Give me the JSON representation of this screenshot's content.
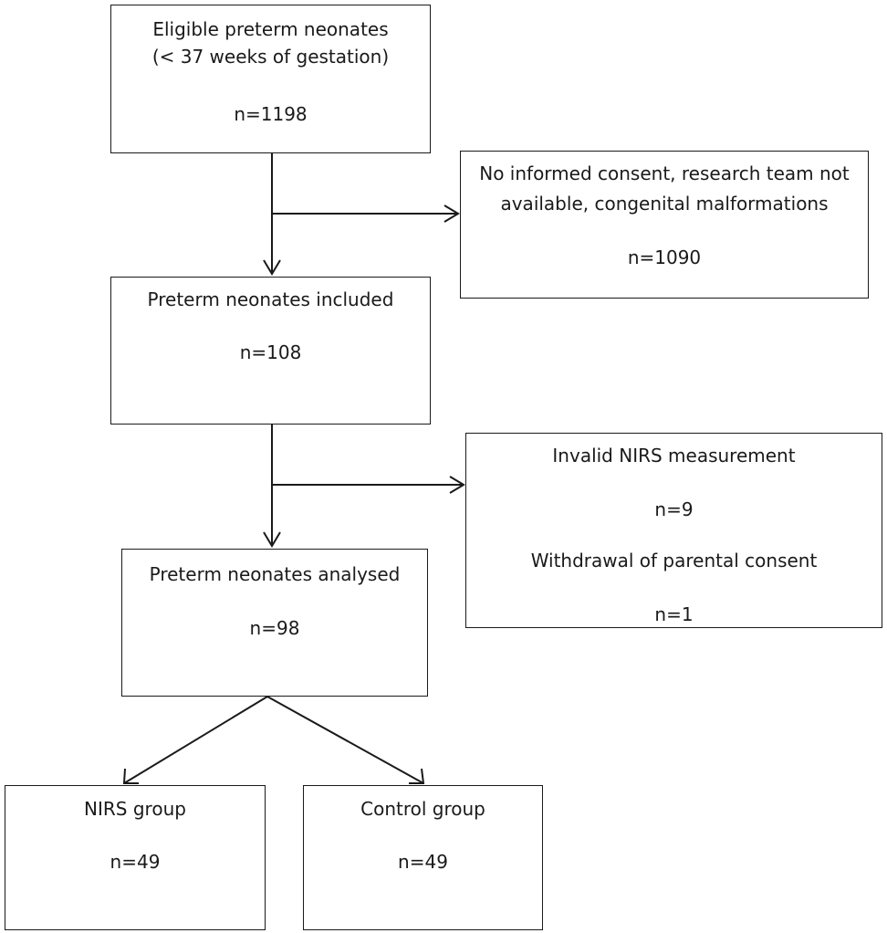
{
  "boxes": {
    "eligible": {
      "line1": "Eligible preterm neonates",
      "line2": "(< 37 weeks of gestation)",
      "count": "n=1198"
    },
    "excluded": {
      "line1": "No informed consent, research team not",
      "line2": "available, congenital malformations",
      "count": "n=1090"
    },
    "included": {
      "line1": "Preterm neonates included",
      "count": "n=108"
    },
    "excluded2": {
      "reason1": "Invalid NIRS measurement",
      "count1": "n=9",
      "reason2": "Withdrawal of parental consent",
      "count2": "n=1"
    },
    "analysed": {
      "line1": "Preterm neonates analysed",
      "count": "n=98"
    },
    "nirs": {
      "line1": "NIRS group",
      "count": "n=49"
    },
    "control": {
      "line1": "Control group",
      "count": "n=49"
    }
  }
}
